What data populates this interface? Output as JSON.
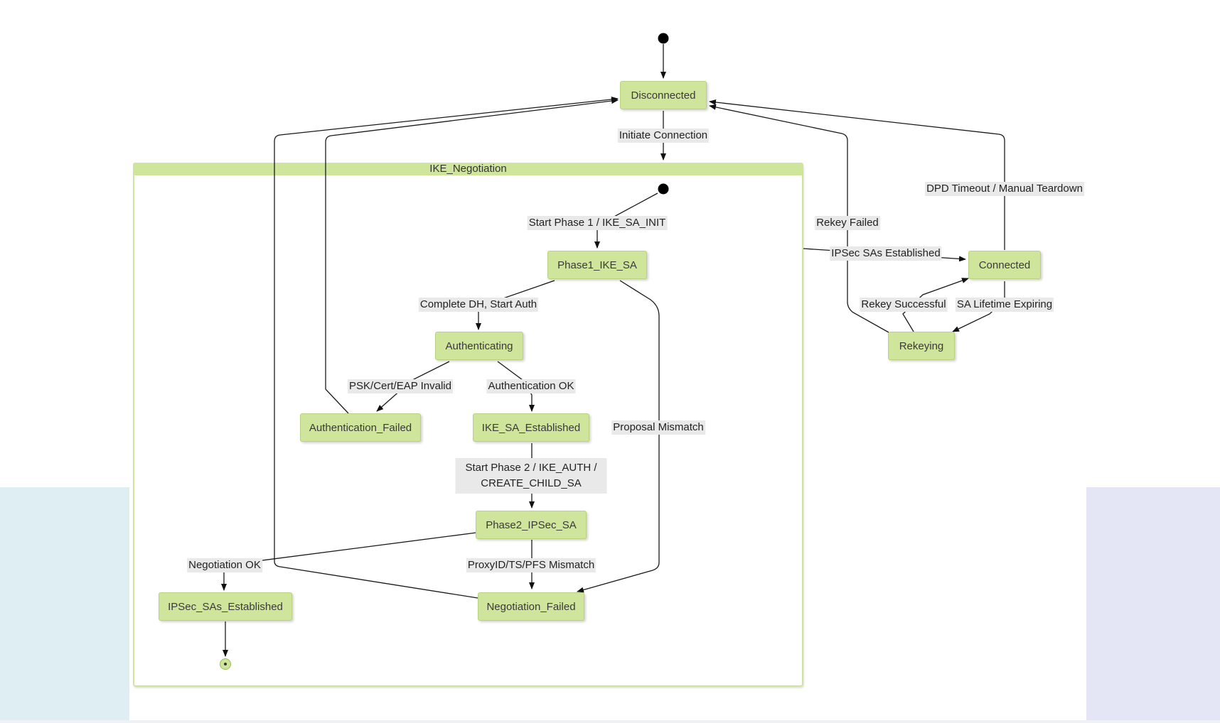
{
  "colors": {
    "state_fill": "#cfe59b",
    "state_border": "#b8d27f",
    "edge_label_bg": "#e9e9e9",
    "edge": "#1a1a1a"
  },
  "cluster": {
    "title": "IKE_Negotiation"
  },
  "states": {
    "disconnected": "Disconnected",
    "phase1": "Phase1_IKE_SA",
    "authenticating": "Authenticating",
    "auth_failed": "Authentication_Failed",
    "ike_sa_established": "IKE_SA_Established",
    "phase2": "Phase2_IPSec_SA",
    "ipsec_sas_established": "IPSec_SAs_Established",
    "negotiation_failed": "Negotiation_Failed",
    "connected": "Connected",
    "rekeying": "Rekeying"
  },
  "transitions": {
    "initiate_connection": "Initiate Connection",
    "start_phase1": "Start Phase 1 / IKE_SA_INIT",
    "complete_dh": "Complete DH, Start Auth",
    "auth_invalid": "PSK/Cert/EAP Invalid",
    "auth_ok": "Authentication OK",
    "proposal_mismatch": "Proposal Mismatch",
    "start_phase2_line1": "Start Phase 2 / IKE_AUTH /",
    "start_phase2_line2": "CREATE_CHILD_SA",
    "negotiation_ok": "Negotiation OK",
    "proxyid_mismatch": "ProxyID/TS/PFS Mismatch",
    "ipsec_sas_established": "IPSec SAs Established",
    "dpd_timeout": "DPD Timeout / Manual Teardown",
    "rekey_failed": "Rekey Failed",
    "rekey_successful": "Rekey Successful",
    "sa_lifetime_expiring": "SA Lifetime Expiring"
  }
}
